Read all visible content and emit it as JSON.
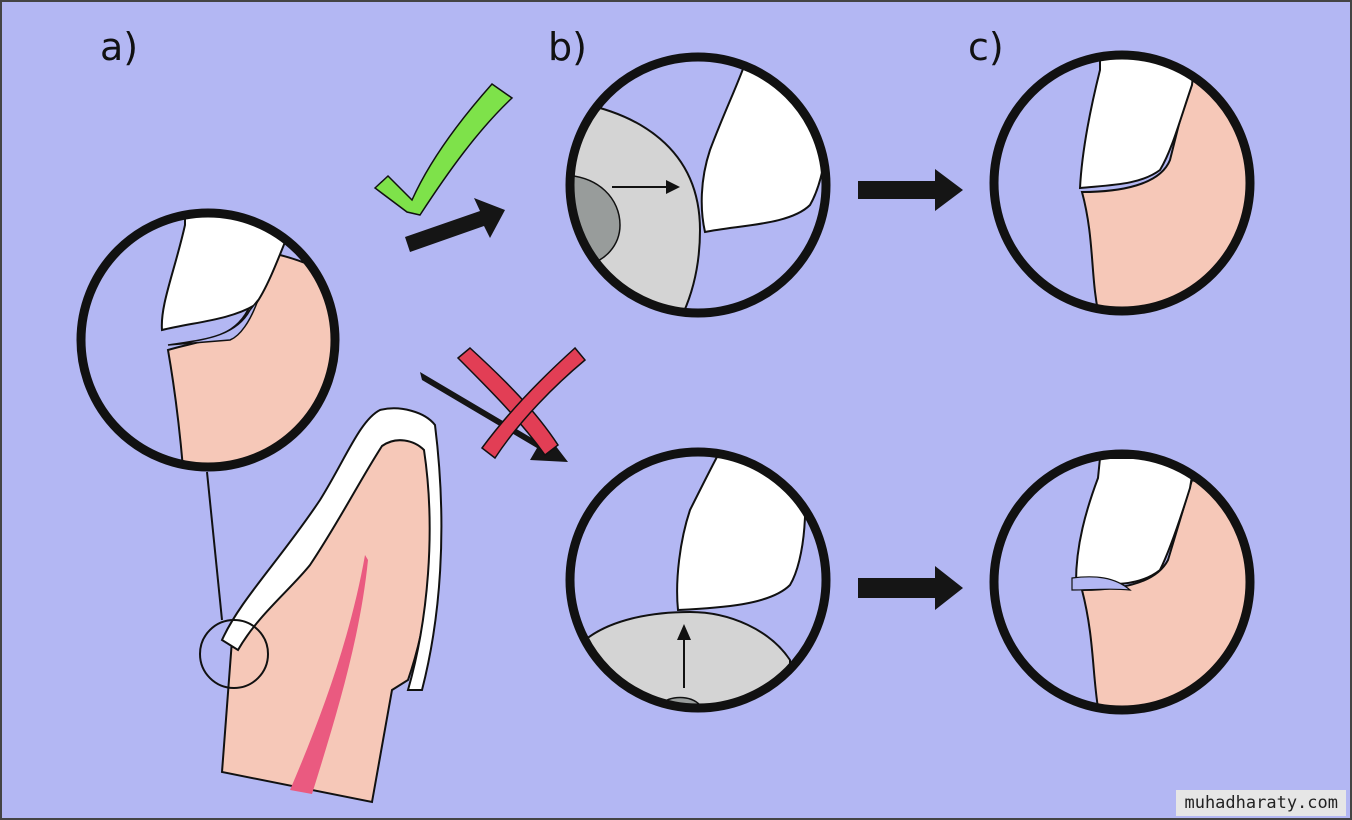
{
  "labels": {
    "a": "a)",
    "b": "b)",
    "c": "c)"
  },
  "watermark": "muhadharaty.com",
  "colors": {
    "background": "#b3b7f3",
    "gingiva": "#f6c8b8",
    "crown": "#ffffff",
    "instrument": "#d4d4d4",
    "instrument_dark": "#989c9b",
    "pulp": "#ea5a80",
    "check": "#7ee24a",
    "cross": "#e23e55",
    "outline": "#111111"
  }
}
